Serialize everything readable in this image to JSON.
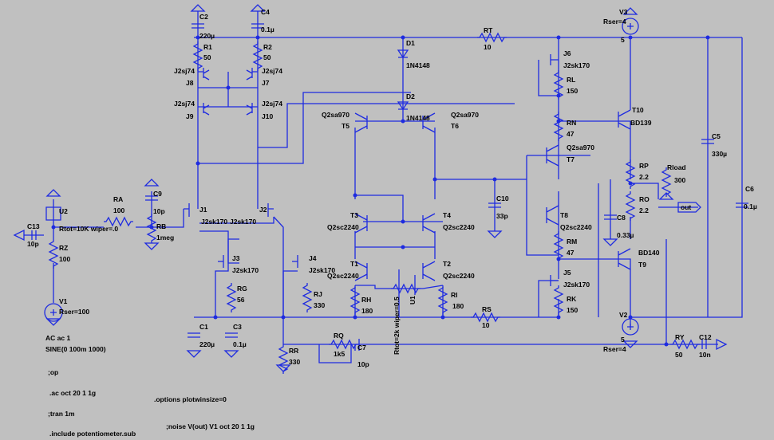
{
  "components": {
    "C2": {
      "ref": "C2",
      "value": "220µ"
    },
    "C4": {
      "ref": "C4",
      "value": "0.1µ"
    },
    "R1": {
      "ref": "R1",
      "value": "50"
    },
    "R2": {
      "ref": "R2",
      "value": "50"
    },
    "J8": {
      "ref": "J8",
      "model": "J2sj74"
    },
    "J7": {
      "ref": "J7",
      "model": "J2sj74"
    },
    "J9": {
      "ref": "J9",
      "model": "J2sj74"
    },
    "J10": {
      "ref": "J10",
      "model": "J2sj74"
    },
    "D1": {
      "ref": "D1",
      "model": "1N4148"
    },
    "D2": {
      "ref": "D2",
      "model": "1N4148"
    },
    "RT": {
      "ref": "RT",
      "value": "10"
    },
    "V3": {
      "ref": "V3",
      "value": "5",
      "extra": "Rser=4"
    },
    "J6": {
      "ref": "J6",
      "model": "J2sk170"
    },
    "RL": {
      "ref": "RL",
      "value": "150"
    },
    "T10": {
      "ref": "T10",
      "model": "BD139"
    },
    "RN": {
      "ref": "RN",
      "value": "47"
    },
    "T7": {
      "ref": "T7",
      "model": "Q2sa970"
    },
    "T5": {
      "ref": "T5",
      "model": "Q2sa970"
    },
    "T6": {
      "ref": "T6",
      "model": "Q2sa970"
    },
    "C5": {
      "ref": "C5",
      "value": "330µ"
    },
    "RP": {
      "ref": "RP",
      "value": "2.2"
    },
    "Rload": {
      "ref": "Rload",
      "value": "300"
    },
    "RO": {
      "ref": "RO",
      "value": "2.2"
    },
    "C6": {
      "ref": "C6",
      "value": "0.1µ"
    },
    "C10": {
      "ref": "C10",
      "value": "33p"
    },
    "T3": {
      "ref": "T3",
      "model": "Q2sc2240"
    },
    "T4": {
      "ref": "T4",
      "model": "Q2sc2240"
    },
    "T8": {
      "ref": "T8",
      "model": "Q2sc2240"
    },
    "C8": {
      "ref": "C8",
      "value": "0.33µ"
    },
    "RM": {
      "ref": "RM",
      "value": "47"
    },
    "T9": {
      "ref": "T9",
      "model": "BD140"
    },
    "J5": {
      "ref": "J5",
      "model": "J2sk170"
    },
    "RK": {
      "ref": "RK",
      "value": "150"
    },
    "T1": {
      "ref": "T1",
      "model": "Q2sc2240"
    },
    "T2": {
      "ref": "T2",
      "model": "Q2sc2240"
    },
    "U1": {
      "ref": "U1",
      "value": "Rtot=2k wiper=0.5"
    },
    "RH": {
      "ref": "RH",
      "value": "180"
    },
    "RI": {
      "ref": "RI",
      "value": "180"
    },
    "RS": {
      "ref": "RS",
      "value": "10"
    },
    "V2": {
      "ref": "V2",
      "value": "5",
      "extra": "Rser=4"
    },
    "RY": {
      "ref": "RY",
      "value": "50"
    },
    "C12": {
      "ref": "C12",
      "value": "10n"
    },
    "U2": {
      "ref": "U2",
      "value": "Rtot=10K wiper=.0"
    },
    "C13": {
      "ref": "C13",
      "value": "10p"
    },
    "RZ": {
      "ref": "RZ",
      "value": "100"
    },
    "V1": {
      "ref": "V1",
      "value": "Rser=100"
    },
    "RA": {
      "ref": "RA",
      "value": "100"
    },
    "C9": {
      "ref": "C9",
      "value": "10p"
    },
    "RB": {
      "ref": "RB",
      "value": "1meg"
    },
    "J1": {
      "ref": "J1",
      "model": "J2sk170"
    },
    "J2": {
      "ref": "J2",
      "model": "J2sk170"
    },
    "J3": {
      "ref": "J3",
      "model": "J2sk170"
    },
    "J4": {
      "ref": "J4",
      "model": "J2sk170"
    },
    "RG": {
      "ref": "RG",
      "value": "56"
    },
    "RJ": {
      "ref": "RJ",
      "value": "330"
    },
    "C1": {
      "ref": "C1",
      "value": "220µ"
    },
    "C3": {
      "ref": "C3",
      "value": "0.1µ"
    },
    "RR": {
      "ref": "RR",
      "value": "330"
    },
    "RQ": {
      "ref": "RQ",
      "value": "1k5"
    },
    "C7": {
      "ref": "C7",
      "value": "10p"
    }
  },
  "net_labels": {
    "out": "out"
  },
  "v1_source": {
    "ac": "AC ac 1",
    "sine": "SINE(0 100m 1000)"
  },
  "directives": {
    "op": ";op",
    "ac": ".ac oct 20 1 1g",
    "tran": ";tran 1m",
    "include": ".include potentiometer.sub",
    "options": ".options plotwinsize=0",
    "noise": ";noise V(out) V1 oct 20 1 1g"
  },
  "colors": {
    "background": "#c0c0c0",
    "wire": "#1e2be0",
    "text": "#000000"
  }
}
